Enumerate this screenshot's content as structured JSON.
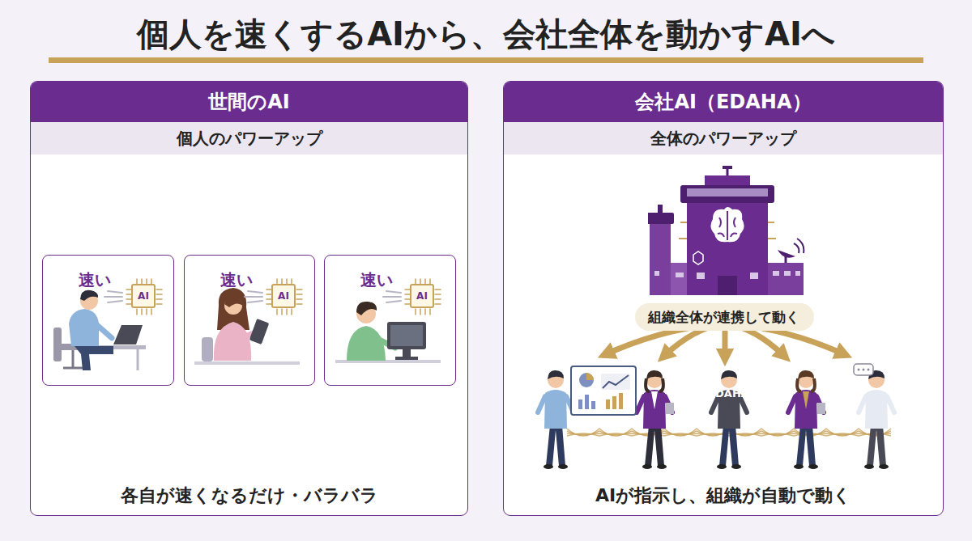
{
  "diagram": {
    "title": "個人を速くするAIから、会社全体を動かすAIへ",
    "nodes": [
      {
        "text": [
          "世間のAI",
          "個人のパワーアップ",
          "各自が速くなるだけ・バラバラ"
        ]
      },
      {
        "text": [
          "速い"
        ],
        "in": 0
      },
      {
        "text": [
          "AI"
        ],
        "in": 1
      },
      {
        "text": [
          "速い"
        ],
        "in": 0
      },
      {
        "text": [
          "AI"
        ],
        "in": 3
      },
      {
        "text": [
          "速い"
        ],
        "in": 0
      },
      {
        "text": [
          "AI"
        ],
        "in": 5
      },
      {
        "text": [
          "会社AI（EDAHA）",
          "全体のパワーアップ",
          "AIが指示し、組織が自動で動く"
        ]
      },
      {
        "text": [
          "EDAHA"
        ],
        "in": 7
      },
      {
        "text": [
          "組織全体が連携して動く"
        ],
        "in": 7
      }
    ]
  }
}
